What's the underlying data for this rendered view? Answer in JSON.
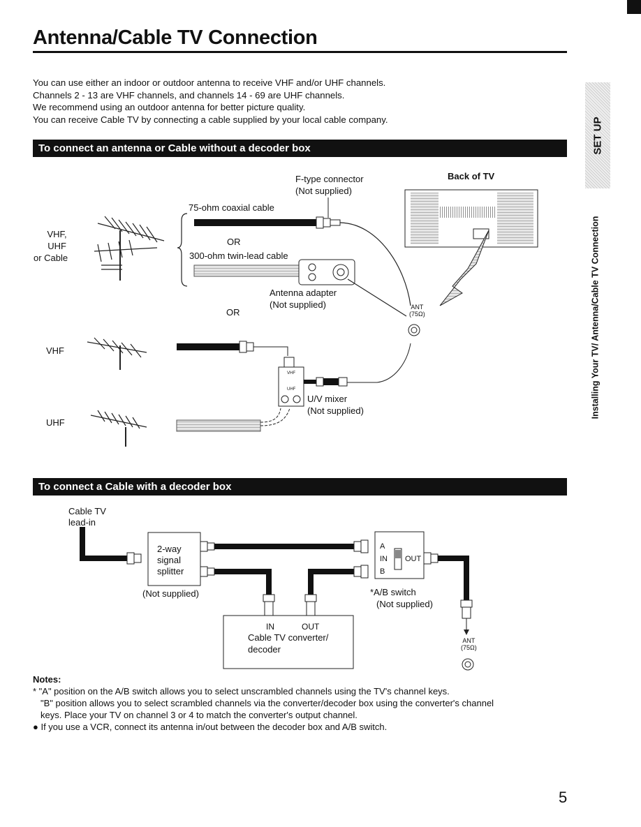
{
  "title": "Antenna/Cable TV Connection",
  "intro": [
    "You can use either an indoor or outdoor antenna to receive VHF and/or UHF channels.",
    "Channels 2 - 13 are VHF channels, and channels 14 - 69 are UHF channels.",
    "We recommend using an outdoor antenna for better picture quality.",
    "You can receive Cable TV by connecting a cable supplied by your local cable company."
  ],
  "section1": {
    "heading": "To connect an antenna or Cable without a decoder box",
    "labels": {
      "vhf_uhf_cable": [
        "VHF,",
        "UHF",
        "or Cable"
      ],
      "f_type": [
        "F-type connector",
        "(Not supplied)"
      ],
      "back_of_tv": "Back of TV",
      "coax": "75-ohm coaxial cable",
      "or1": "OR",
      "twin_lead": "300-ohm twin-lead cable",
      "adapter": [
        "Antenna adapter",
        "(Not supplied)"
      ],
      "or2": "OR",
      "ant": "ANT",
      "ohm": "(75Ω)",
      "vhf": "VHF",
      "uhf": "UHF",
      "mixer": [
        "U/V mixer",
        "(Not supplied)"
      ],
      "mixer_vhf": "VHF",
      "mixer_uhf": "UHF"
    }
  },
  "section2": {
    "heading": "To connect a Cable with a decoder box",
    "labels": {
      "cable_tv": [
        "Cable TV",
        "lead-in"
      ],
      "splitter": [
        "2-way",
        "signal",
        "splitter"
      ],
      "splitter_note": "(Not supplied)",
      "ab_a": "A",
      "ab_in": "IN",
      "ab_out": "OUT",
      "ab_b": "B",
      "ab_switch": [
        "*A/B switch",
        "(Not supplied)"
      ],
      "conv_in": "IN",
      "conv_out": "OUT",
      "converter": [
        "Cable TV converter/",
        "decoder"
      ],
      "ant": "ANT",
      "ohm": "(75Ω)"
    }
  },
  "notes": {
    "heading": "Notes:",
    "lines": [
      "* \"A\" position on the A/B switch allows you to select unscrambled channels using the TV's channel keys.",
      "\"B\" position allows you to select scrambled channels via the converter/decoder box using the converter's channel",
      "keys. Place your TV on channel 3 or 4 to match the converter's output channel.",
      "● If you use a VCR, connect its antenna in/out between the decoder box and A/B switch."
    ]
  },
  "side_tab": "SET UP",
  "side_text": "Installing Your TV/ Antenna/Cable TV Connection",
  "page_number": "5"
}
